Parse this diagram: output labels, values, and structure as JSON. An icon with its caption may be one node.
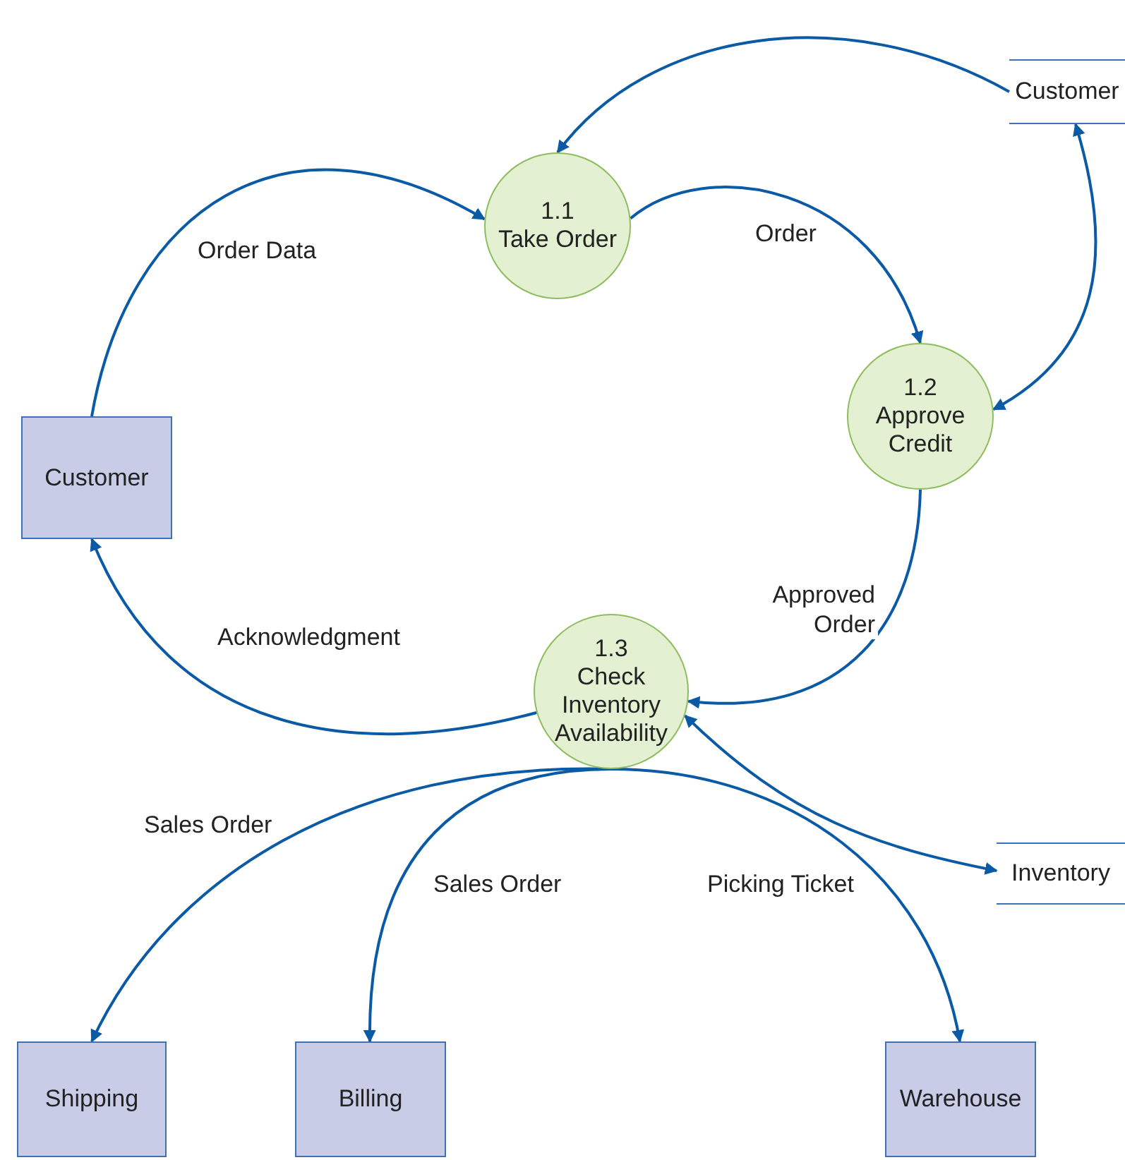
{
  "diagram": {
    "nodes": [
      {
        "text": [
          "Customer"
        ]
      },
      {
        "text": [
          "1.1",
          "Take Order"
        ]
      },
      {
        "text": [
          "1.2",
          "Approve Credit"
        ]
      },
      {
        "text": [
          "Customer"
        ]
      },
      {
        "text": [
          "1.3",
          "Check Inventory Availability"
        ]
      },
      {
        "text": [
          "Inventory"
        ]
      },
      {
        "text": [
          "Shipping"
        ]
      },
      {
        "text": [
          "Billing"
        ]
      },
      {
        "text": [
          "Warehouse"
        ]
      }
    ],
    "edges": [
      {
        "from": 0,
        "to": 1,
        "arrow": "to"
      },
      {
        "from": 3,
        "to": 1,
        "arrow": "to",
        "label": "Order Data"
      },
      {
        "from": 1,
        "to": 2,
        "arrow": "to",
        "label": "Order"
      },
      {
        "from": 0,
        "to": 2,
        "arrow": "both"
      },
      {
        "from": 2,
        "to": 4,
        "arrow": "to",
        "label": "Approved Order"
      },
      {
        "from": 4,
        "to": 3,
        "arrow": "to",
        "label": "Acknowledgment"
      },
      {
        "from": 4,
        "to": 5,
        "arrow": "both"
      },
      {
        "from": 4,
        "to": 6,
        "arrow": "to",
        "label": "Sales Order"
      },
      {
        "from": 4,
        "to": 7,
        "arrow": "to",
        "label": "Sales Order"
      },
      {
        "from": 4,
        "to": 8,
        "arrow": "to",
        "label": "Picking Ticket"
      }
    ]
  }
}
